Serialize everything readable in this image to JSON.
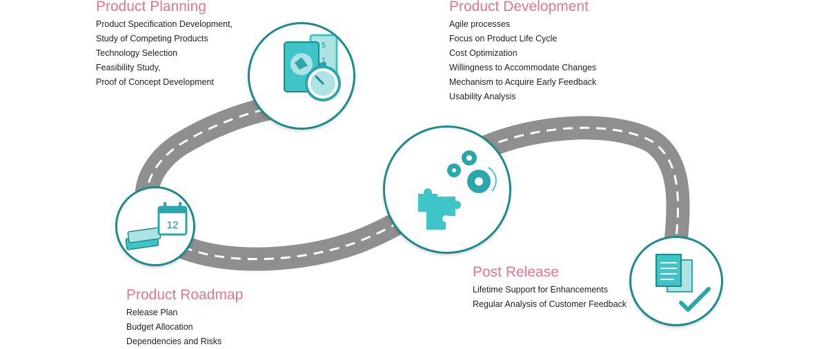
{
  "sections": {
    "planning": {
      "title": "Product Planning",
      "items": [
        "Product Specification Development,",
        "Study of Competing Products",
        "Technology Selection",
        "Feasibility Study,",
        "Proof of Concept Development"
      ]
    },
    "development": {
      "title": "Product Development",
      "items": [
        "Agile processes",
        "Focus on Product Life Cycle",
        "Cost Optimization",
        "Willingness to Accommodate Changes",
        "Mechanism to Acquire Early Feedback",
        "Usability Analysis"
      ]
    },
    "roadmap": {
      "title": "Product Roadmap",
      "items": [
        "Release Plan",
        "Budget Allocation",
        "Dependencies and Risks"
      ]
    },
    "post_release": {
      "title": "Post Release",
      "items": [
        "Lifetime Support for Enhancements",
        "Regular Analysis of Customer Feedback"
      ]
    }
  },
  "icons": {
    "calendar_day": "12",
    "stopwatch_card_top": "5",
    "stopwatch_card_bottom": "1"
  },
  "colors": {
    "title": "#e8738d",
    "teal": "#1b8a8c",
    "icon": "#3fc4c8",
    "road": "#8f8f8f"
  }
}
